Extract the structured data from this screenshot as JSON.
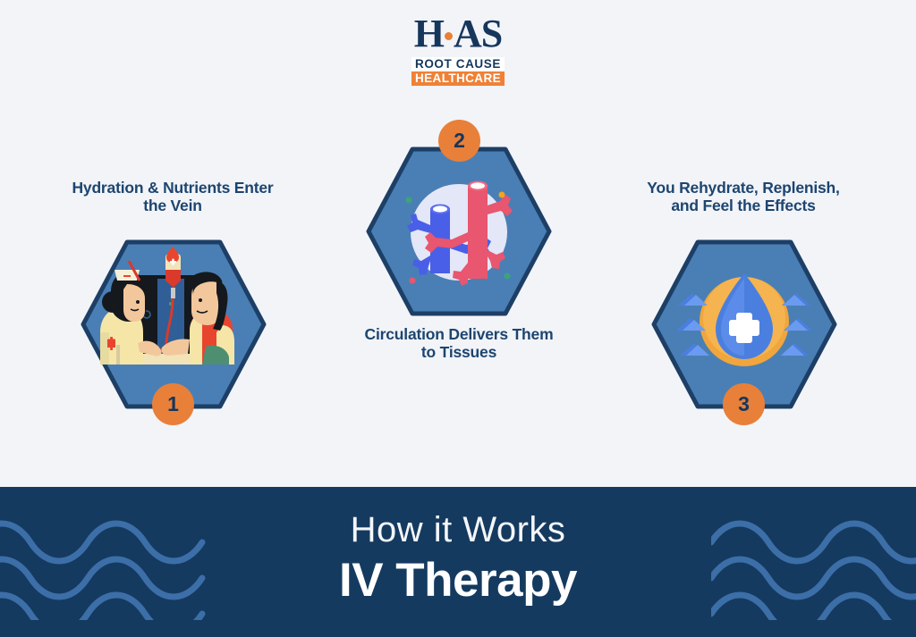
{
  "brand": {
    "logo_main_left": "H",
    "logo_dot": "dot",
    "logo_main_right": "AS",
    "tagline_top": "ROOT CAUSE",
    "tagline_bottom": "HEALTHCARE",
    "navy": "#16365c",
    "orange": "#e8803a"
  },
  "page": {
    "background": "#f2f4f8"
  },
  "steps": [
    {
      "number": "1",
      "title": "Hydration & Nutrients Enter the Vein",
      "icon": "nurse-iv-drip-illustration",
      "hex_fill": "#4a7fb5",
      "hex_stroke": "#1d3f66"
    },
    {
      "number": "2",
      "title": "Circulation Delivers Them to Tissues",
      "icon": "blood-vessels-illustration",
      "hex_fill": "#4a7fb5",
      "hex_stroke": "#1d3f66"
    },
    {
      "number": "3",
      "title": "You Rehydrate, Replenish, and Feel the Effects",
      "icon": "water-droplet-plus-illustration",
      "hex_fill": "#4a7fb5",
      "hex_stroke": "#1d3f66"
    }
  ],
  "footer": {
    "subtitle": "How it Works",
    "title": "IV Therapy",
    "background": "#153a5f",
    "wave_color": "#3c6ea8"
  }
}
